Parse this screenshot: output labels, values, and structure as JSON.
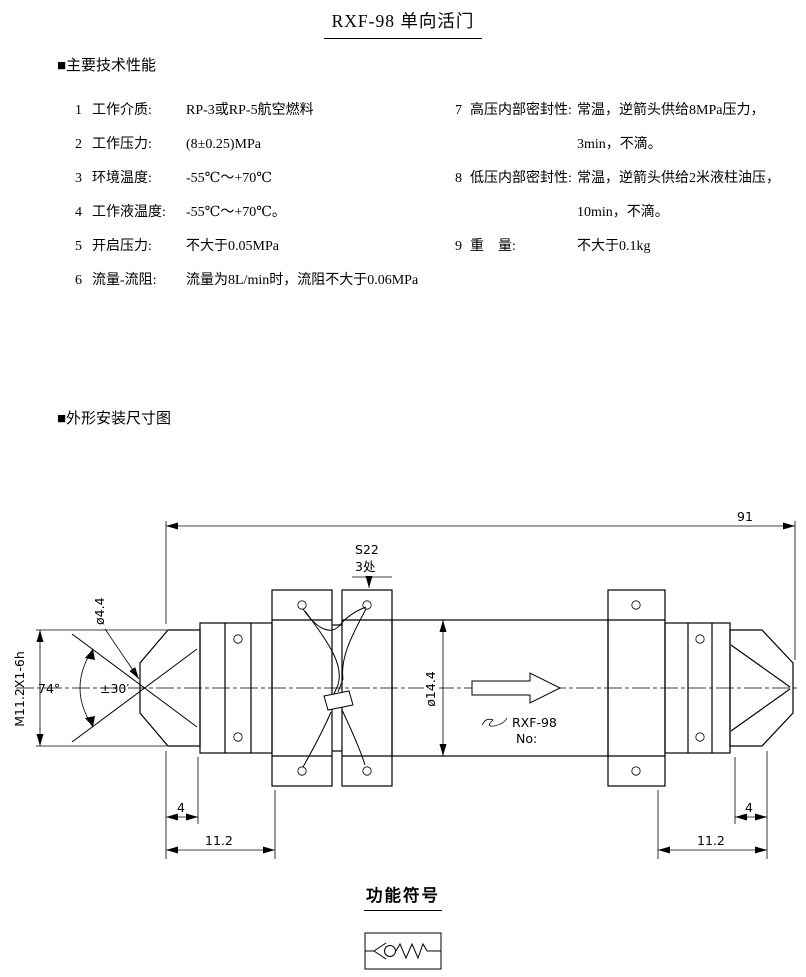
{
  "title": "RXF-98 单向活门",
  "specs": {
    "heading": "■主要技术性能",
    "left": [
      {
        "num": "1",
        "label": "工作介质:",
        "value": "RP-3或RP-5航空燃料"
      },
      {
        "num": "2",
        "label": "工作压力:",
        "value": "(8±0.25)MPa"
      },
      {
        "num": "3",
        "label": "环境温度:",
        "value": "-55℃～+70℃"
      },
      {
        "num": "4",
        "label": "工作液温度:",
        "value": "-55℃～+70℃。"
      },
      {
        "num": "5",
        "label": "开启压力:",
        "value": "不大于0.05MPa"
      },
      {
        "num": "6",
        "label": "流量-流阻:",
        "value": "流量为8L/min时，流阻不大于0.06MPa"
      }
    ],
    "right": [
      {
        "num": "7",
        "label": "高压内部密封性:",
        "line1": "常温，逆箭头供给8MPa压力，",
        "line2": "3min，不滴。"
      },
      {
        "num": "8",
        "label": "低压内部密封性:",
        "line1": "常温，逆箭头供给2米液柱油压，",
        "line2": "10min，不滴。"
      },
      {
        "num": "9",
        "label": "重　量:",
        "line1": "不大于0.1kg"
      }
    ]
  },
  "drawing": {
    "heading": "■外形安装尺寸图",
    "dims": {
      "overall_length": "91",
      "hex_size": "S22",
      "hex_places": "3处",
      "bore": "ø4.4",
      "cone_angle_deg": "74°",
      "cone_angle_tol": "±30′",
      "thread": "M11.2X1-6h",
      "body_dia": "ø14.4",
      "nose_len_left": "4",
      "fitting_len_left": "11.2",
      "nose_len_right": "4",
      "fitting_len_right": "11.2"
    },
    "marking": {
      "model": "RXF-98",
      "serial": "No:"
    }
  },
  "symbol": {
    "heading": "功能符号"
  }
}
